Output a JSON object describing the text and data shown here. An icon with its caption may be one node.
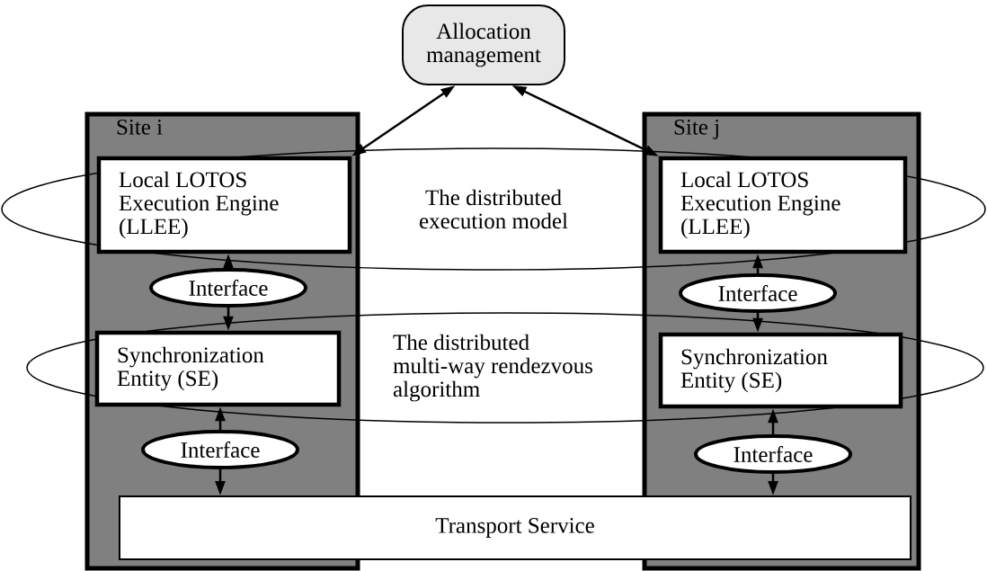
{
  "diagram": {
    "nodes": [
      {
        "text": [
          "Allocation management"
        ]
      },
      {
        "text": [
          "Site i"
        ]
      },
      {
        "text": [
          "Local LOTOS Execution Engine (LLEE)"
        ]
      },
      {
        "text": [
          "Interface"
        ],
        "in": 1
      },
      {
        "text": [
          "Synchronization Entity (SE)"
        ]
      },
      {
        "text": [
          "Interface"
        ],
        "in": 1
      },
      {
        "text": [
          "Site j"
        ]
      },
      {
        "text": [
          "Local LOTOS Execution Engine (LLEE)"
        ]
      },
      {
        "text": [
          "Interface"
        ],
        "in": 6
      },
      {
        "text": [
          "Synchronization Entity (SE)"
        ]
      },
      {
        "text": [
          "Interface"
        ],
        "in": 6
      },
      {
        "text": [
          "Transport Service"
        ]
      },
      {
        "text": [
          "The distributed execution model"
        ]
      },
      {
        "text": [
          "The distributed multi-way rendezvous algorithm"
        ]
      }
    ],
    "edges": [
      {
        "from": 0,
        "to": 2,
        "arrow": "both"
      },
      {
        "from": 0,
        "to": 7,
        "arrow": "both"
      },
      {
        "from": 3,
        "to": 2,
        "arrow": "to"
      },
      {
        "from": 3,
        "to": 4,
        "arrow": "to"
      },
      {
        "from": 5,
        "to": 4,
        "arrow": "to"
      },
      {
        "from": 5,
        "to": 11,
        "arrow": "to"
      },
      {
        "from": 8,
        "to": 7,
        "arrow": "to"
      },
      {
        "from": 8,
        "to": 9,
        "arrow": "to"
      },
      {
        "from": 10,
        "to": 9,
        "arrow": "to"
      },
      {
        "from": 10,
        "to": 11,
        "arrow": "to"
      }
    ]
  }
}
